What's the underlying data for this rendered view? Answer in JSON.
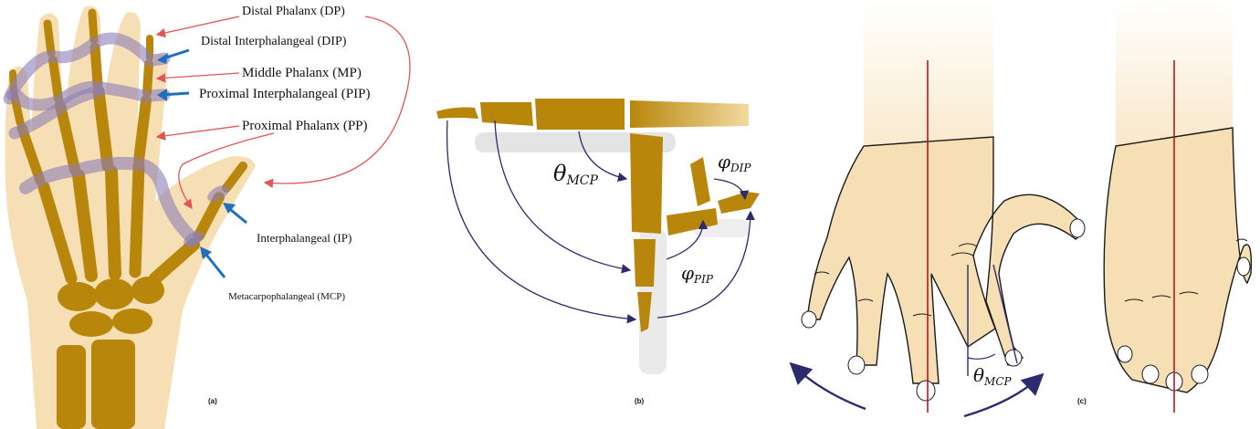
{
  "panel_a": {
    "tag": "(a)",
    "labels": {
      "dp": "Distal Phalanx (DP)",
      "dip": "Distal Interphalangeal (DIP)",
      "mp": "Middle Phalanx (MP)",
      "pip": "Proximal Interphalangeal (PIP)",
      "pp": "Proximal Phalanx (PP)",
      "ip": "Interphalangeal (IP)",
      "mcp": "Metacarpophalangeal  (MCP)"
    }
  },
  "panel_b": {
    "tag": "(b)",
    "theta": "θ",
    "theta_sub": "MCP",
    "phi": "φ",
    "phi_dip_sub": "DIP",
    "phi_pip_sub": "PIP"
  },
  "panel_c": {
    "tag": "(c)",
    "theta": "θ",
    "theta_sub": "MCP"
  },
  "colors": {
    "bone": "#b8860b",
    "bone_dark": "#8a6508",
    "skin": "#f7dfb5",
    "joint_band": "#8c7fb8",
    "arrow_blue": "#1f6fbf",
    "arrow_red": "#e25555",
    "angle_navy": "#2e2a6e",
    "midline_red": "#c0141b"
  }
}
